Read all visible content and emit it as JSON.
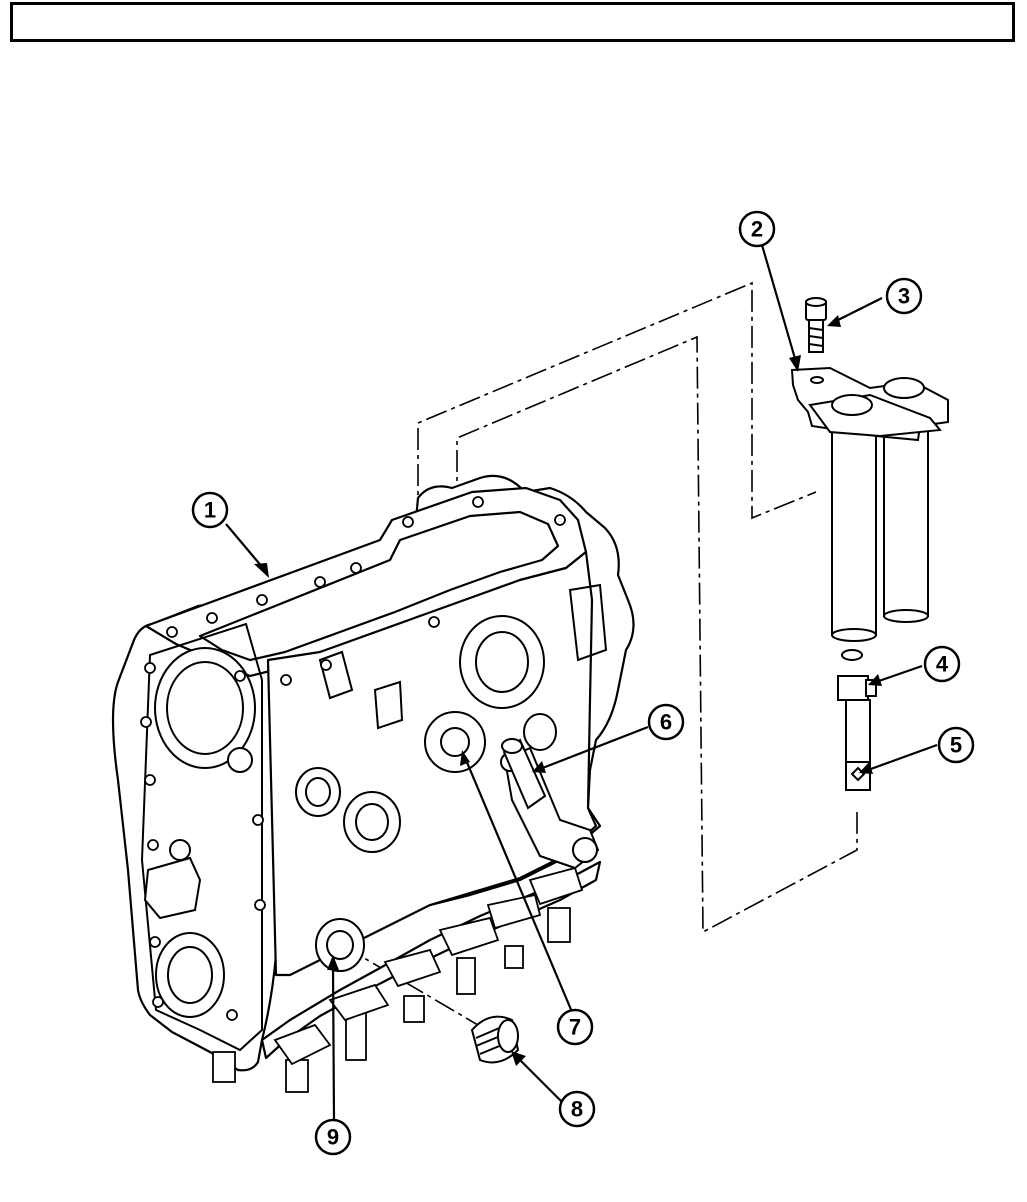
{
  "header": {
    "title": ""
  },
  "figure": {
    "callouts": [
      {
        "id": "1",
        "label": "1"
      },
      {
        "id": "2",
        "label": "2"
      },
      {
        "id": "3",
        "label": "3"
      },
      {
        "id": "4",
        "label": "4"
      },
      {
        "id": "5",
        "label": "5"
      },
      {
        "id": "6",
        "label": "6"
      },
      {
        "id": "7",
        "label": "7"
      },
      {
        "id": "8",
        "label": "8"
      },
      {
        "id": "9",
        "label": "9"
      }
    ]
  }
}
